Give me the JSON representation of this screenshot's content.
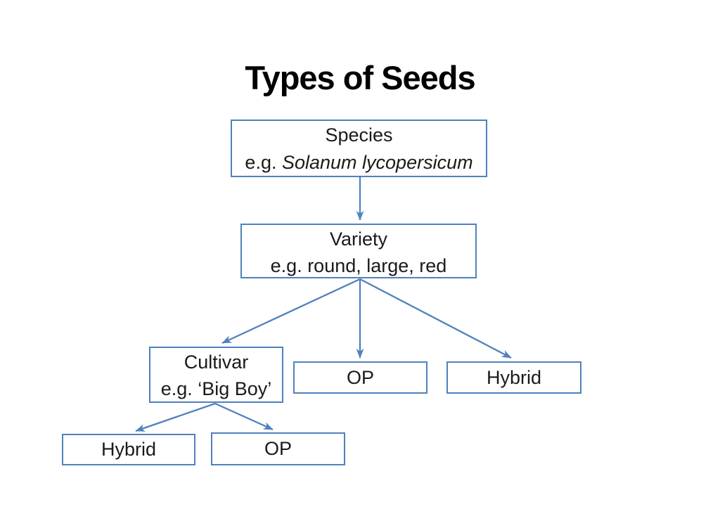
{
  "colors": {
    "accent": "#4f81bd",
    "text": "#1a1a1a",
    "title": "#000000",
    "background": "#ffffff"
  },
  "title": "Types of Seeds",
  "diagram": {
    "nodes": {
      "species": {
        "line1": "Species",
        "line2_prefix": "e.g. ",
        "line2_italic": "Solanum lycopersicum"
      },
      "variety": {
        "line1": "Variety",
        "line2": "e.g. round, large, red"
      },
      "cultivar": {
        "line1": "Cultivar",
        "line2": "e.g. ‘Big Boy’"
      },
      "op_mid": {
        "label": "OP"
      },
      "hybrid_mid": {
        "label": "Hybrid"
      },
      "hybrid_bottom": {
        "label": "Hybrid"
      },
      "op_bottom": {
        "label": "OP"
      }
    },
    "edges": [
      {
        "from": "species",
        "to": "variety"
      },
      {
        "from": "variety",
        "to": "cultivar"
      },
      {
        "from": "variety",
        "to": "op_mid"
      },
      {
        "from": "variety",
        "to": "hybrid_mid"
      },
      {
        "from": "cultivar",
        "to": "hybrid_bottom"
      },
      {
        "from": "cultivar",
        "to": "op_bottom"
      }
    ]
  }
}
